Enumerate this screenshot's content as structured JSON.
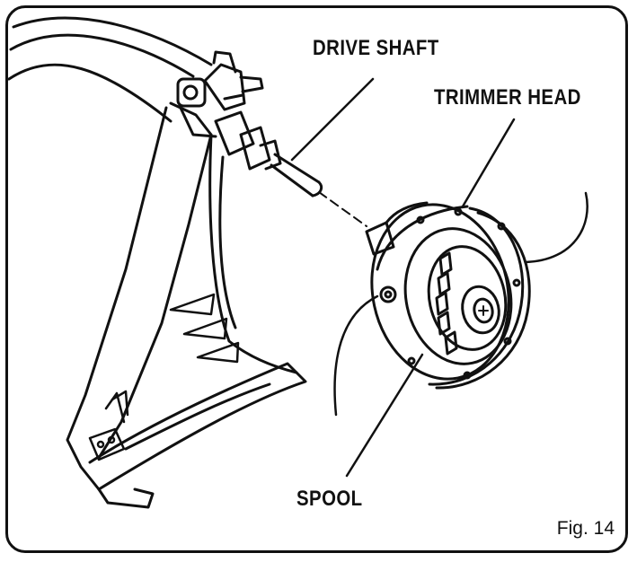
{
  "labels": {
    "drive_shaft": "DRIVE SHAFT",
    "trimmer_head": "TRIMMER HEAD",
    "spool": "SPOOL"
  },
  "figure": {
    "caption": "Fig. 14"
  },
  "colors": {
    "ink": "#111111",
    "paper": "#ffffff"
  }
}
